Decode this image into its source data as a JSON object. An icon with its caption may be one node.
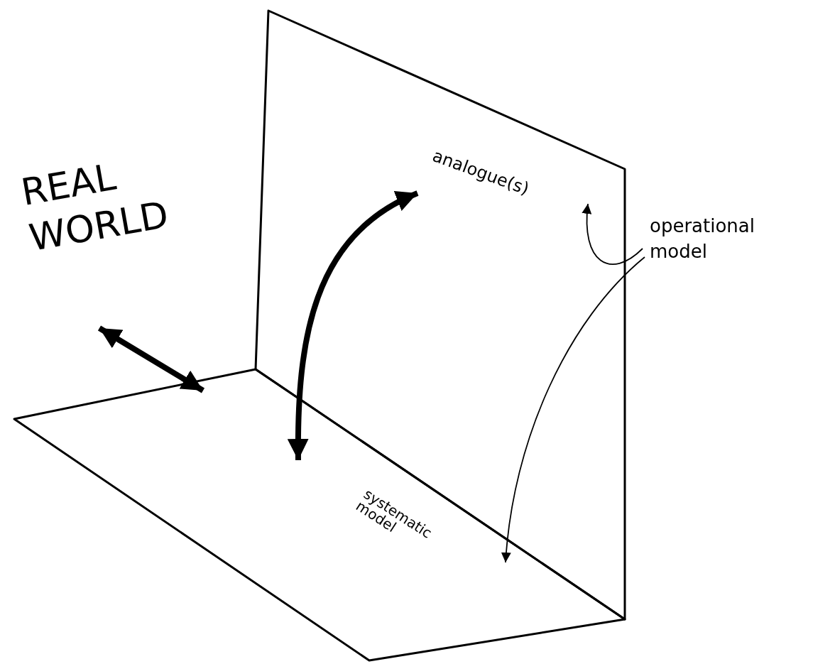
{
  "diagram": {
    "nodes": [
      {
        "text": [
          "REAL WORLD"
        ]
      },
      {
        "text": [
          "analogue(s)"
        ]
      },
      {
        "text": [
          "systematic model"
        ]
      },
      {
        "text": [
          "operational model"
        ]
      }
    ],
    "edges": [
      {
        "from": 0,
        "to": 2,
        "arrow": "both",
        "style": "thick"
      },
      {
        "from": 2,
        "to": 1,
        "arrow": "both",
        "style": "thick"
      },
      {
        "from": 3,
        "to": 1,
        "arrow": "to"
      },
      {
        "from": 3,
        "to": 2,
        "arrow": "to"
      }
    ]
  }
}
